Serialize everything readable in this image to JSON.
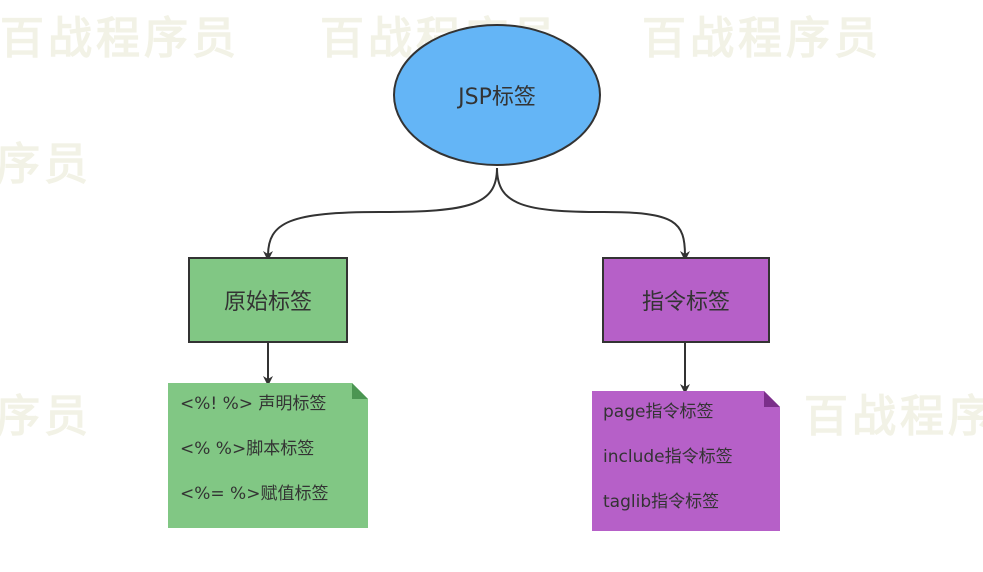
{
  "watermark": {
    "text": "百战程序员",
    "fragment": "序员",
    "fragment_right": "百战程序"
  },
  "colors": {
    "root_fill": "#64b5f6",
    "green_fill": "#81c784",
    "green_corner": "#4b9652",
    "purple_fill": "#b660c8",
    "purple_corner": "#7b2f8a",
    "stroke": "#333333",
    "watermark": "#f2f2e6"
  },
  "diagram": {
    "root": {
      "label": "JSP标签"
    },
    "left": {
      "label": "原始标签",
      "items": [
        "<%!  %> 声明标签",
        "<% %>脚本标签",
        "<%= %>赋值标签"
      ]
    },
    "right": {
      "label": "指令标签",
      "items": [
        "page指令标签",
        "include指令标签",
        "taglib指令标签"
      ]
    }
  }
}
